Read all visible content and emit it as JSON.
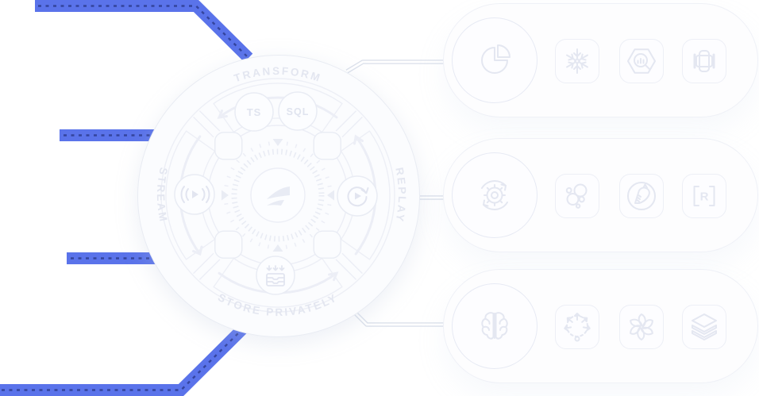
{
  "hub": {
    "labels": {
      "top": "TRANSFORM",
      "right": "REPLAY",
      "bottom": "STORE PRIVATELY",
      "left": "STREAM"
    },
    "badges": {
      "ts": "TS",
      "sql": "SQL"
    },
    "icons": [
      "streamdal-logo",
      "broadcast",
      "replay",
      "archive-inbox"
    ]
  },
  "cards": [
    {
      "id": "analytics",
      "primary_icon": "pie-chart",
      "integration_icons": [
        "snowflake",
        "bigquery",
        "redshift-warehouse"
      ]
    },
    {
      "id": "processing",
      "primary_icon": "gear-sync",
      "integration_icons": [
        "elastic",
        "animal-head",
        "r-brackets"
      ],
      "r_label": "R"
    },
    {
      "id": "ai",
      "primary_icon": "brain",
      "integration_icons": [
        "ml-arrows",
        "openai",
        "databricks"
      ]
    }
  ],
  "colors": {
    "accent_blue": "#5a73ea",
    "dash_navy": "#2e3c8f",
    "connector_gray": "#dce1eb",
    "faint_stroke": "#e9ecf4",
    "faint_text": "#e3e6f0",
    "surface": "#fdfdfe"
  }
}
